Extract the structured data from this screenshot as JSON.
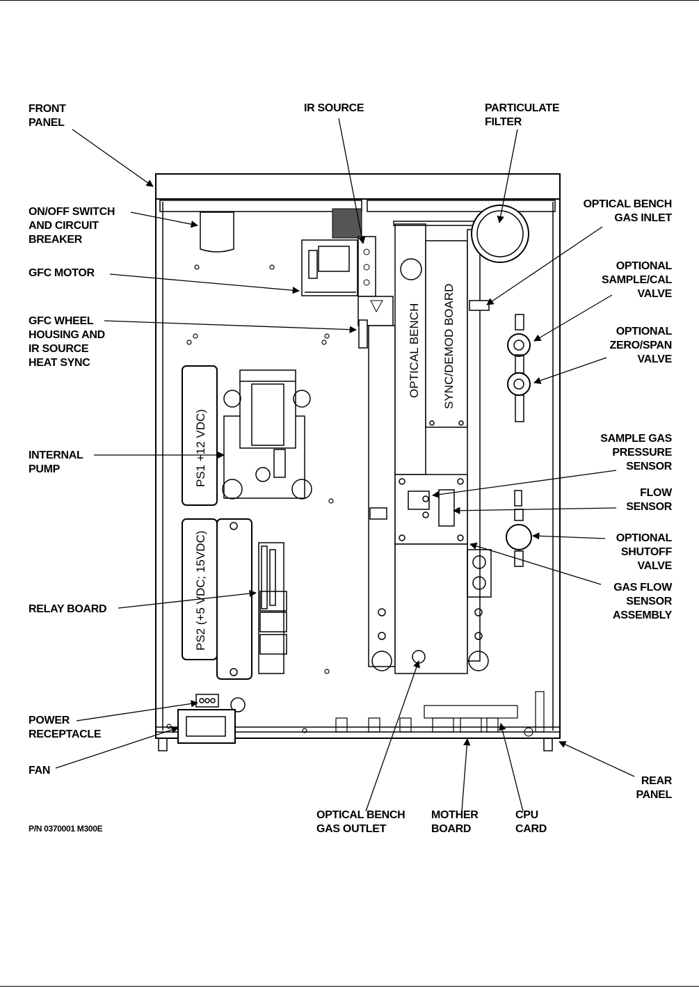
{
  "labels": {
    "front_panel": "FRONT\nPANEL",
    "ir_source": "IR SOURCE",
    "particulate_filter": "PARTICULATE\nFILTER",
    "on_off_switch": "ON/OFF SWITCH\nAND CIRCUIT\nBREAKER",
    "optical_bench_gas_inlet": "OPTICAL BENCH\nGAS INLET",
    "gfc_motor": "GFC MOTOR",
    "optional_sample_cal_valve": "OPTIONAL\nSAMPLE/CAL\nVALVE",
    "gfc_wheel_housing": "GFC WHEEL\nHOUSING AND\nIR SOURCE\nHEAT SYNC",
    "optional_zero_span_valve": "OPTIONAL\nZERO/SPAN\nVALVE",
    "internal_pump": "INTERNAL\nPUMP",
    "sample_gas_pressure_sensor": "SAMPLE GAS\nPRESSURE\nSENSOR",
    "flow_sensor": "FLOW\nSENSOR",
    "optional_shutoff_valve": "OPTIONAL\nSHUTOFF\nVALVE",
    "relay_board": "RELAY BOARD",
    "gas_flow_sensor_assembly": "GAS FLOW\nSENSOR\nASSEMBLY",
    "power_receptacle": "POWER\nRECEPTACLE",
    "fan": "FAN",
    "rear_panel": "REAR\nPANEL",
    "optical_bench_gas_outlet": "OPTICAL BENCH\nGAS OUTLET",
    "mother_board": "MOTHER\nBOARD",
    "cpu_card": "CPU\nCARD"
  },
  "component_text": {
    "ps1": "PS1  +12 VDC)",
    "ps2": "PS2 (+5 VDC; 15VDC)",
    "optical_bench": "OPTICAL BENCH",
    "sync_demod": "SYNC/DEMOD BOARD"
  },
  "part_number": "P/N 0370001 M300E"
}
